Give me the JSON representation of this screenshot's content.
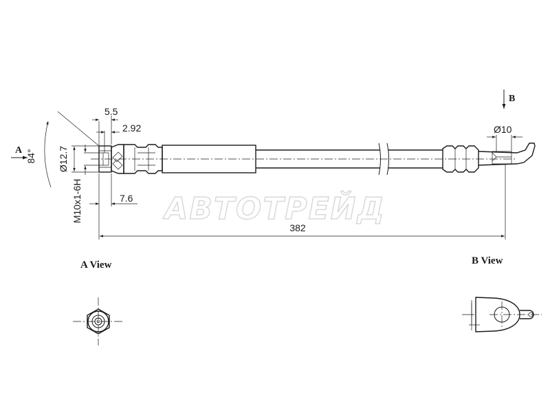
{
  "dimensions": {
    "d_5_5": "5.5",
    "d_2_92": "2.92",
    "d_12_7": "Ø12.7",
    "d_thread": "M10x1-6H",
    "d_7_6": "7.6",
    "d_length": "382",
    "d_10": "Ø10",
    "d_angle": "84°"
  },
  "markers": {
    "a": "A",
    "b": "B"
  },
  "views": {
    "a_view": "A View",
    "b_view": "B View"
  },
  "watermark": "АВТОТРЕЙД"
}
